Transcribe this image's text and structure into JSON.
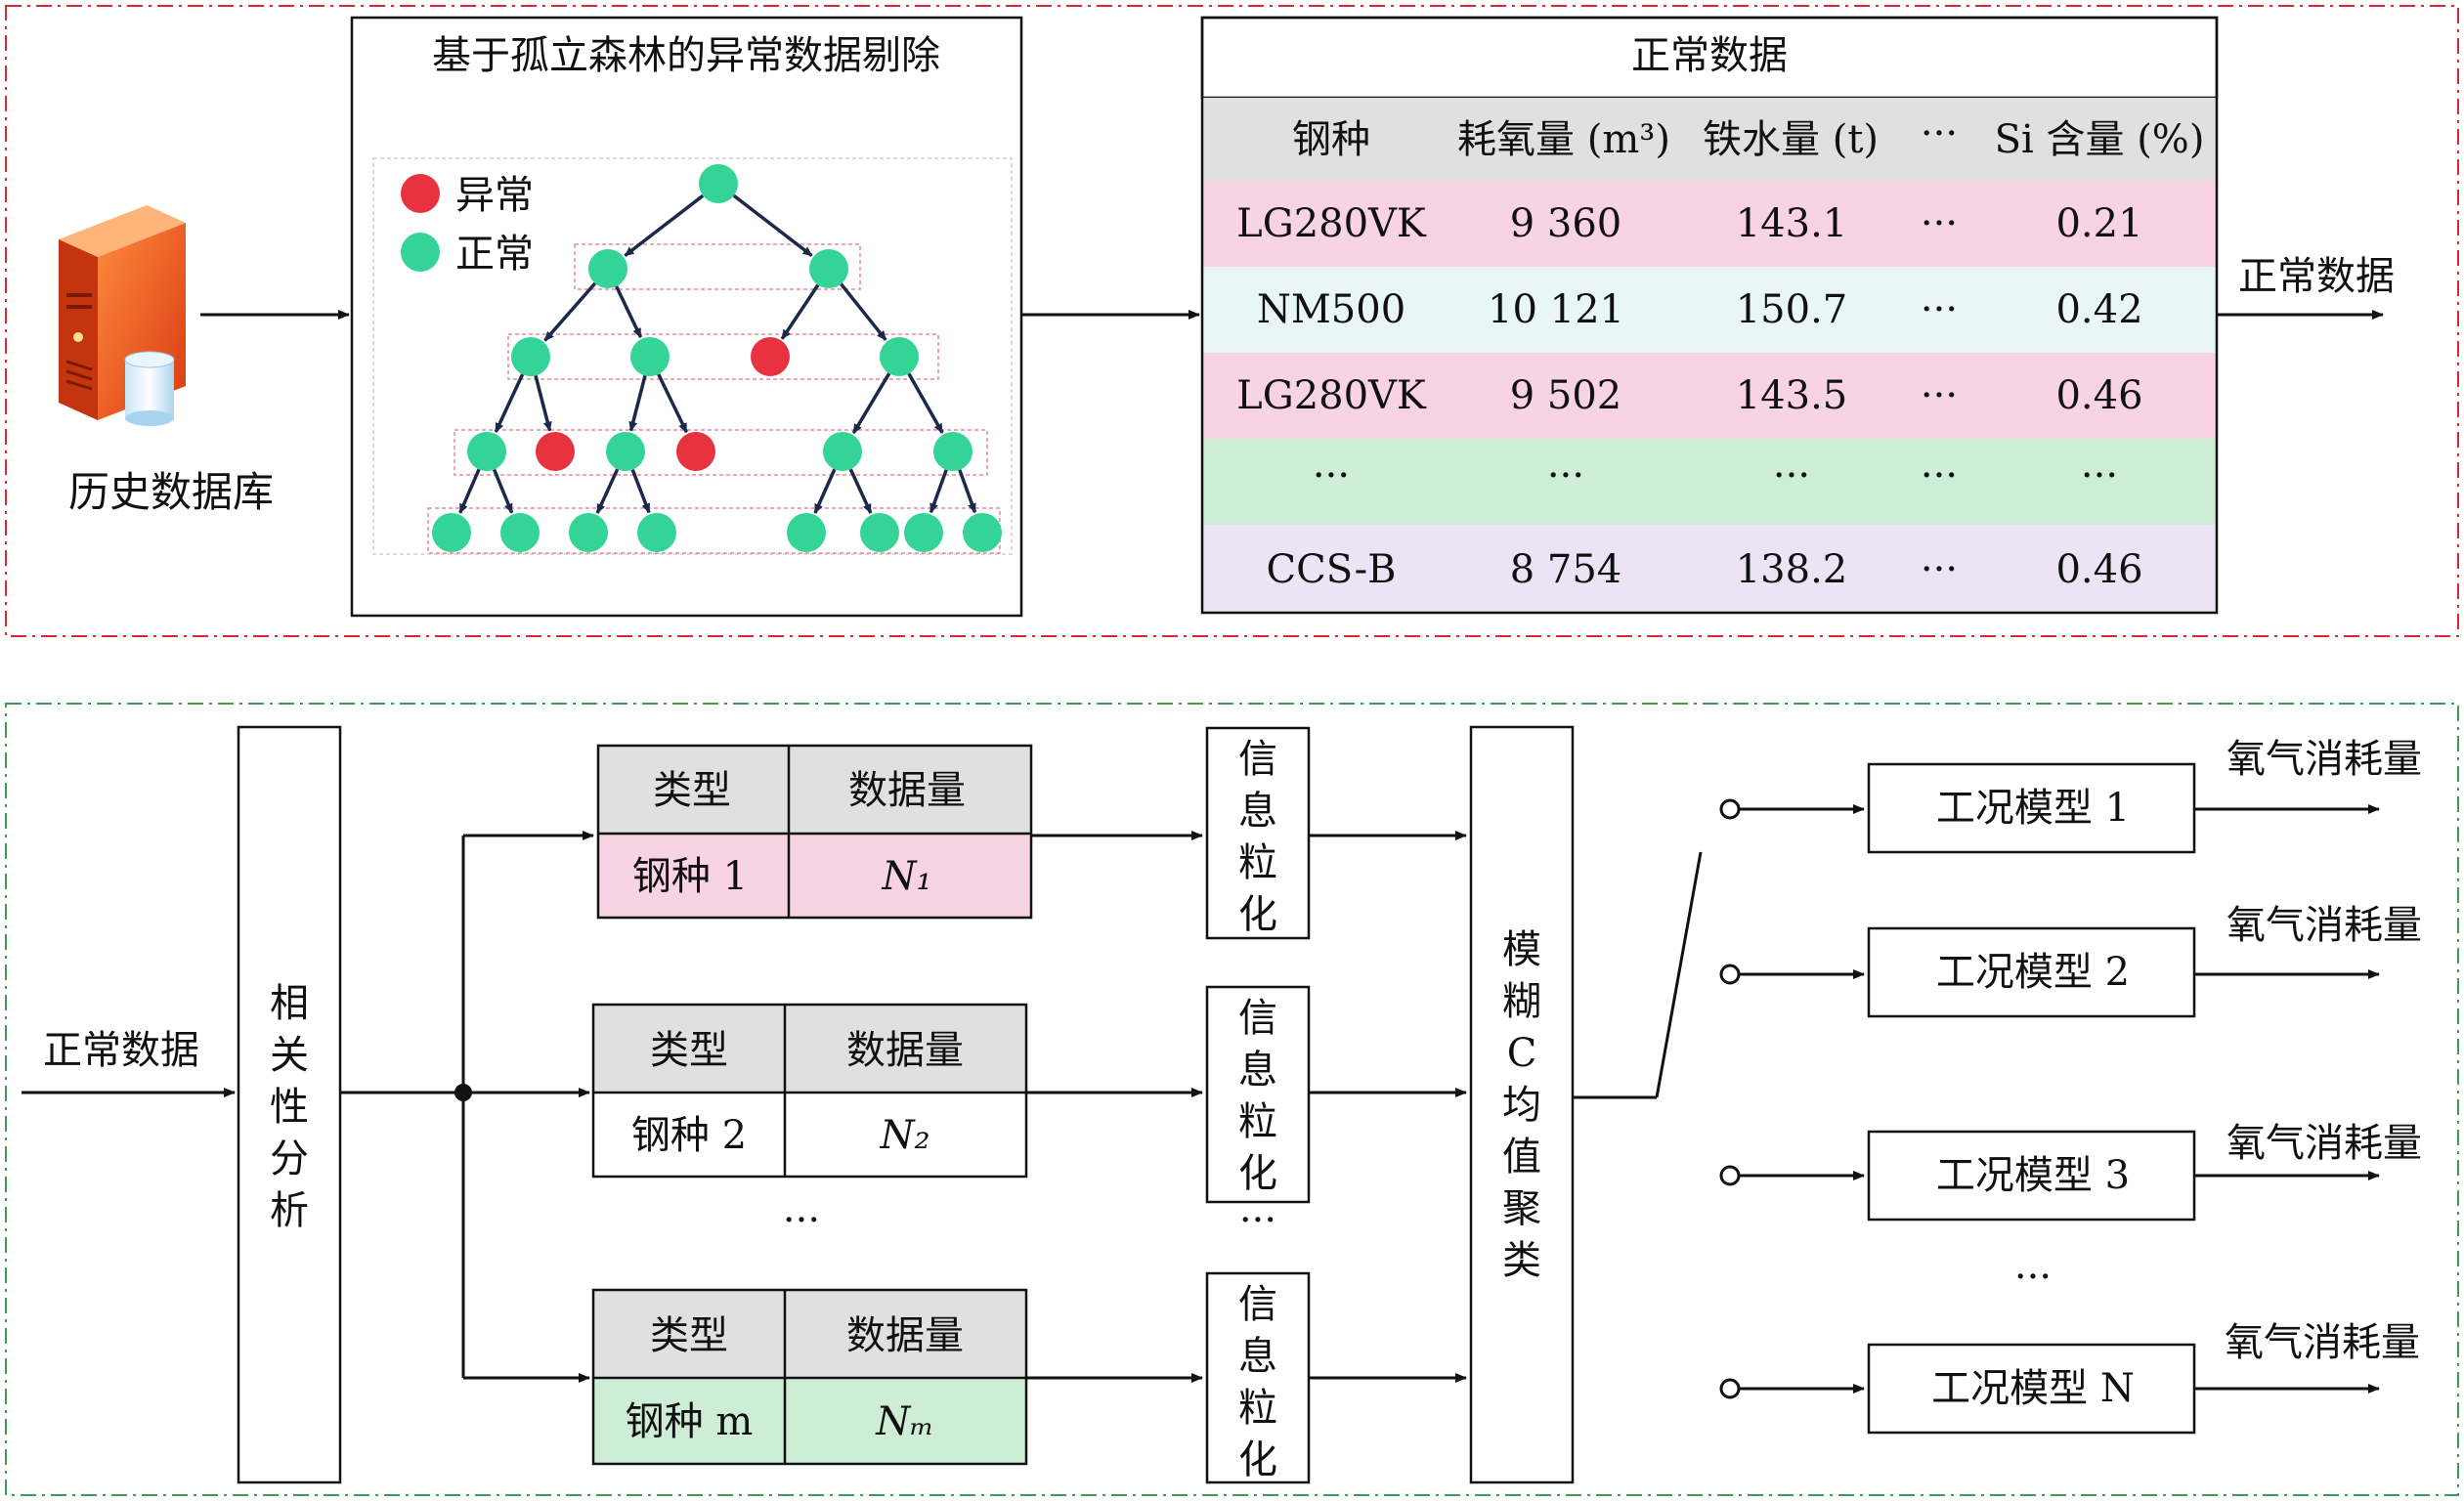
{
  "top": {
    "database_label": "历史数据库",
    "iforest_title": "基于孤立森林的异常数据剔除",
    "legend": {
      "abnormal": "异常",
      "normal": "正常"
    },
    "table_title": "正常数据",
    "table_headers": [
      "钢种",
      "耗氧量 (m³)",
      "铁水量 (t)",
      "···",
      "Si 含量 (%)"
    ],
    "table_rows": [
      [
        "LG280VK",
        "9 360",
        "143.1",
        "···",
        "0.21"
      ],
      [
        "NM500",
        "10 121",
        "150.7",
        "···",
        "0.42"
      ],
      [
        "LG280VK",
        "9 502",
        "143.5",
        "···",
        "0.46"
      ],
      [
        "···",
        "···",
        "···",
        "···",
        "···"
      ],
      [
        "CCS-B",
        "8 754",
        "138.2",
        "···",
        "0.46"
      ]
    ],
    "output_label": "正常数据"
  },
  "bottom": {
    "input_label": "正常数据",
    "correlation_label": "相关性分析",
    "group_headers": [
      "类型",
      "数据量"
    ],
    "groups": [
      {
        "type": "钢种 1",
        "count": "N₁"
      },
      {
        "type": "钢种 2",
        "count": "N₂"
      },
      {
        "type": "钢种 m",
        "count": "Nₘ"
      }
    ],
    "groups_ellipsis": "···",
    "granulation_label": "信息粒化",
    "granulation_ellipsis": "···",
    "fcm_label": "模糊C均值聚类",
    "models": [
      "工况模型 1",
      "工况模型 2",
      "工况模型 3",
      "工况模型 N"
    ],
    "models_ellipsis": "···",
    "output_label": "氧气消耗量"
  },
  "colors": {
    "abnormal": "#e8323f",
    "normal": "#33d495",
    "tree_edge": "#1b2a4a",
    "row_pink": "#f8d3e3",
    "row_cyan": "#e8f7f6",
    "row_green": "#cdeed4",
    "row_lavender": "#ece4f4",
    "header_gray": "#e0e0e0",
    "frame_red": "#d9282f",
    "frame_green": "#3d9b52"
  }
}
